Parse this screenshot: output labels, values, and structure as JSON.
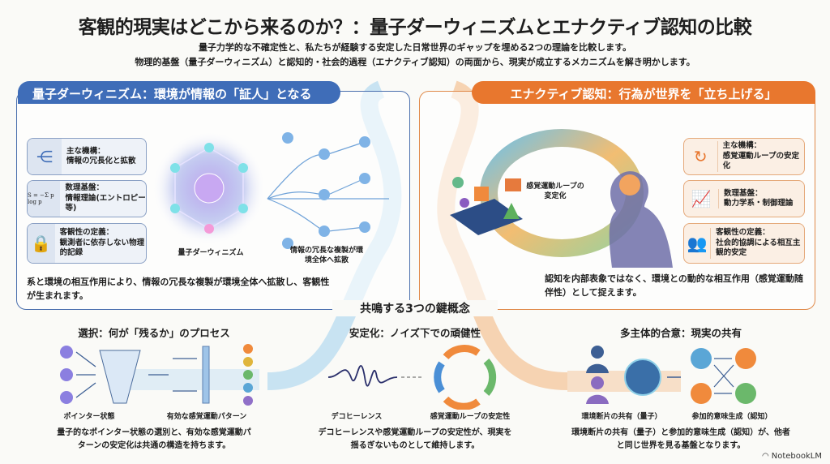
{
  "title": "客観的現実はどこから来るのか？：量子ダーウィニズムとエナクティブ認知の比較",
  "subtitle": [
    "量子力学的な不確定性と、私たちが経験する安定した日常世界のギャップを埋める2つの理論を比較します。",
    "物理的基盤（量子ダーウィニズム）と認知的・社会的過程（エナクティブ認知）の両面から、現実が成立するメカニズムを解き明かします。"
  ],
  "left": {
    "header": "量子ダーウィニズム：環境が情報の「証人」となる",
    "cards": [
      {
        "icon": "branch-icon",
        "title": "主な機構：",
        "body": "情報の冗長化と拡散"
      },
      {
        "icon": "entropy-formula-icon",
        "title": "数理基盤：",
        "body": "情報理論(エントロピー等)",
        "formula": "S = −Σ p log p"
      },
      {
        "icon": "lock-eye-icon",
        "title": "客観性の定義：",
        "body": "観測者に依存しない物理的記録"
      }
    ],
    "center_label": "量子ダーウィニズム",
    "spread_label": "情報の冗長な複製が環境全体へ拡散",
    "summary": "系と環境の相互作用により、情報の冗長な複製が環境全体へ拡散し、客観性が生まれます。"
  },
  "right": {
    "header": "エナクティブ認知：行為が世界を「立ち上げる」",
    "loop_label": "感覚運動ループの変定化",
    "cards": [
      {
        "icon": "cycle-icon",
        "title": "主な機構：",
        "body": "感覚運動ループの安定化"
      },
      {
        "icon": "chart-icon",
        "title": "数理基盤：",
        "body": "動力学系・制御理論"
      },
      {
        "icon": "people-icon",
        "title": "客観性の定義：",
        "body": "社会的協調による相互主観的安定"
      }
    ],
    "summary": "認知を内部表象ではなく、環境との動的な相互作用（感覚運動随伴性）として捉えます。"
  },
  "bridge_title": "共鳴する3つの鍵概念",
  "concepts": [
    {
      "heading": "選択：何が「残るか」のプロセス",
      "labels": [
        "ポインター状態",
        "有効な感覚運動パターン"
      ],
      "text": "量子的なポインター状態の選別と、有効な感覚運動パターンの安定化は共通の構造を持ちます。"
    },
    {
      "heading": "安定化：ノイズ下での頑健性",
      "labels": [
        "デコヒーレンス",
        "感覚運動ループの安定性"
      ],
      "text": "デコヒーレンスや感覚運動ループの安定性が、現実を揺るぎないものとして維持します。"
    },
    {
      "heading": "多主体的合意：現実の共有",
      "labels": [
        "環境断片の共有（量子）",
        "参加的意味生成（認知）"
      ],
      "text": "環境断片の共有（量子）と参加的意味生成（認知）が、他者と同じ世界を見る基盤となります。"
    }
  ],
  "brand": "NotebookLM",
  "colors": {
    "blue": "#3f6db8",
    "orange": "#e8772e"
  }
}
